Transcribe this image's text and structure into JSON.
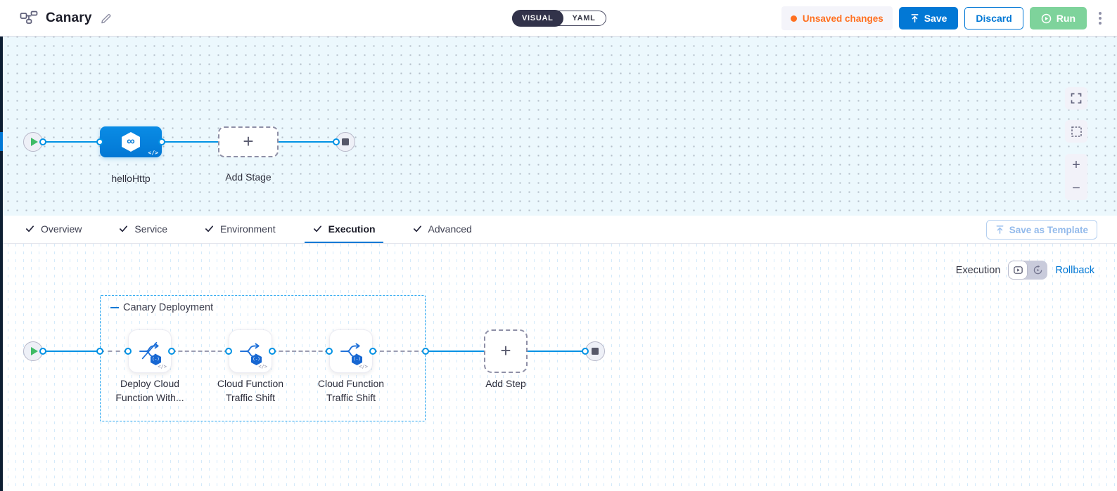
{
  "header": {
    "title": "Canary",
    "view_toggle": {
      "visual_label": "VISUAL",
      "yaml_label": "YAML"
    },
    "unsaved_changes_label": "Unsaved changes",
    "save_label": "Save",
    "discard_label": "Discard",
    "run_label": "Run"
  },
  "stage_canvas": {
    "stage_name": "helloHttp",
    "stage_icon_glyph": "∞",
    "code_glyph": "</>",
    "add_stage_label": "Add Stage",
    "plus_glyph": "+",
    "zoom_in_glyph": "+",
    "zoom_out_glyph": "−"
  },
  "tabs": [
    {
      "label": "Overview"
    },
    {
      "label": "Service"
    },
    {
      "label": "Environment"
    },
    {
      "label": "Execution"
    },
    {
      "label": "Advanced"
    }
  ],
  "tab_bar": {
    "save_as_template_label": "Save as Template"
  },
  "execution_panel": {
    "mode_label": "Execution",
    "rollback_label": "Rollback",
    "group_label": "Canary Deployment",
    "steps": [
      {
        "label": "Deploy Cloud Function With...",
        "badge_glyph": "(-)",
        "code_glyph": "</>"
      },
      {
        "label": "Cloud Function Traffic Shift",
        "badge_glyph": "(-)",
        "code_glyph": "</>"
      },
      {
        "label": "Cloud Function Traffic Shift",
        "badge_glyph": "(-)",
        "code_glyph": "</>"
      }
    ],
    "add_step_label": "Add Step",
    "plus_glyph": "+"
  },
  "colors": {
    "accent_blue": "#0278d5",
    "link_cyan": "#0092e4",
    "warning_orange": "#ff7020",
    "run_green": "#7ed39b",
    "stage_canvas_bg": "#ecf8fd",
    "group_border_cyan": "#27a6f0"
  }
}
